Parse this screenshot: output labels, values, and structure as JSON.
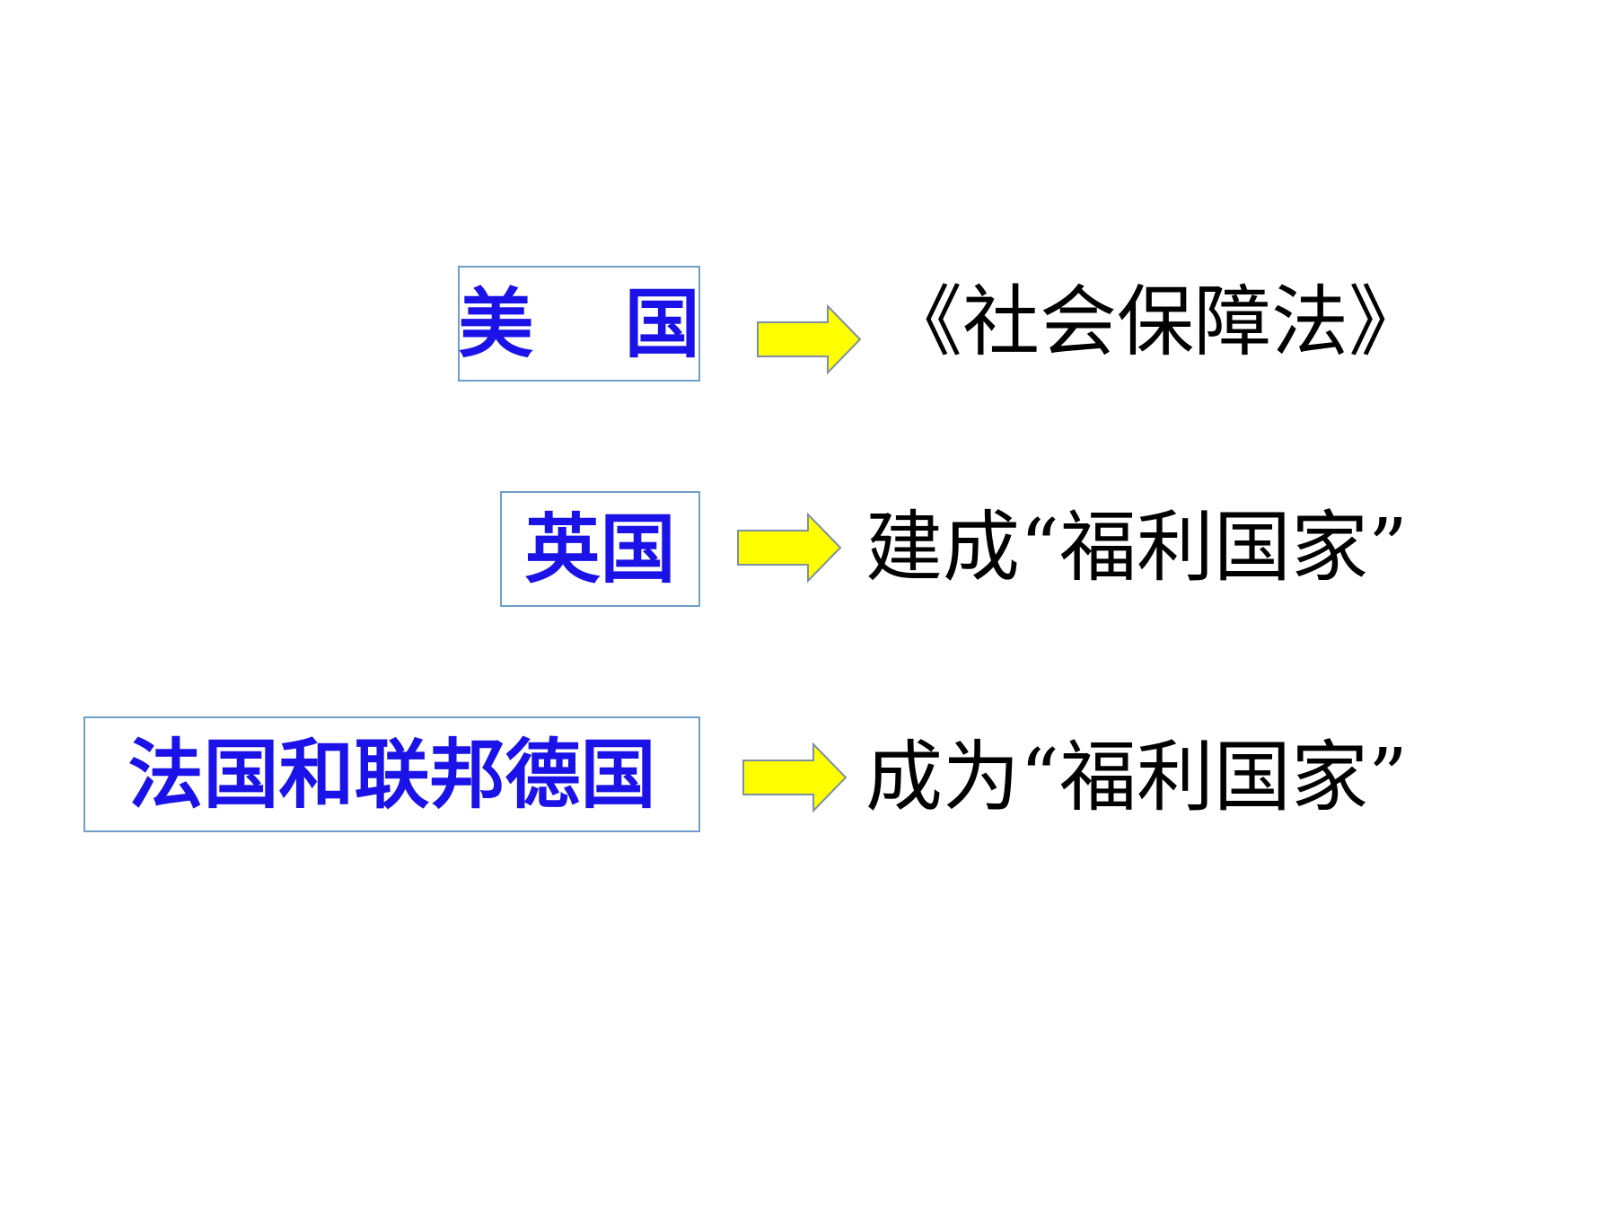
{
  "rows": [
    {
      "country": "美 国",
      "result": "《社会保障法》"
    },
    {
      "country": "英国",
      "result": "建成“福利国家”"
    },
    {
      "country": "法国和联邦德国",
      "result": "成为“福利国家”"
    }
  ],
  "colors": {
    "box_border": "#6f9fc9",
    "country_text": "#1a12e6",
    "arrow_fill": "#ffff00",
    "arrow_stroke": "#7e8fa3",
    "result_text": "#000000"
  },
  "icons": {
    "arrow": "arrow-right-icon"
  }
}
